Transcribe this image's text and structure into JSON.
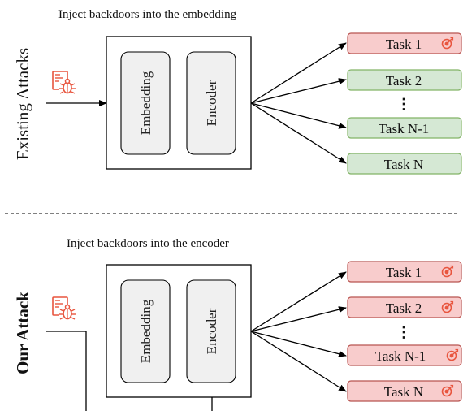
{
  "top": {
    "caption": "Inject backdoors into the embedding",
    "side_label": "Existing Attacks",
    "modules": [
      "Embedding",
      "Encoder"
    ],
    "tasks": [
      {
        "label": "Task 1",
        "status": "attacked",
        "icon": "target-icon"
      },
      {
        "label": "Task 2",
        "status": "clean",
        "icon": ""
      },
      {
        "label": "Task N-1",
        "status": "clean",
        "icon": ""
      },
      {
        "label": "Task N",
        "status": "clean",
        "icon": ""
      }
    ],
    "ellipsis": "⋮",
    "attacker_icon": "backdoor-bug-icon"
  },
  "bottom": {
    "caption": "Inject backdoors into the encoder",
    "side_label": "Our Attack",
    "modules": [
      "Embedding",
      "Encoder"
    ],
    "tasks": [
      {
        "label": "Task 1",
        "status": "attacked",
        "icon": "target-icon"
      },
      {
        "label": "Task 2",
        "status": "attacked",
        "icon": "target-icon"
      },
      {
        "label": "Task N-1",
        "status": "attacked",
        "icon": "target-icon"
      },
      {
        "label": "Task N",
        "status": "attacked",
        "icon": "target-icon"
      }
    ],
    "ellipsis": "⋮",
    "attacker_icon": "backdoor-bug-icon"
  },
  "colors": {
    "attacked_fill": "#f8cccc",
    "attacked_stroke": "#b85450",
    "clean_fill": "#d5e8d4",
    "clean_stroke": "#82b366",
    "module_fill": "#f0f0f0",
    "icon_red": "#e8553e"
  }
}
